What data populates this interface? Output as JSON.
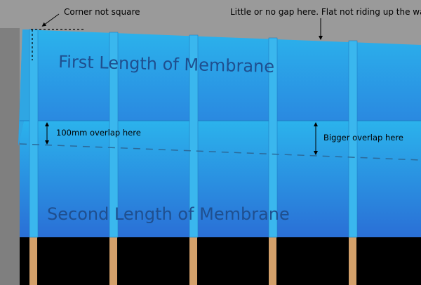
{
  "colors": {
    "wall": "#9a9a9a",
    "wall_shadow": "#7d7d7d",
    "membrane_light": "#2bb1ea",
    "membrane_dark": "#2a6fd6",
    "batten": "#3ab7ee",
    "batten_edge": "#1f7fc4",
    "rafter": "#d3a06a",
    "void": "#000000",
    "overlap_line": "#2c6a9a",
    "title_text": "#1f4f8f"
  },
  "labels": {
    "first_length": "First Length of Membrane",
    "second_length": "Second Length of Membrane",
    "corner_not_square": "Corner not square",
    "little_gap": "Little or no gap here. Flat not riding up the wall",
    "overlap_100mm": "100mm overlap here",
    "bigger_overlap": "Bigger overlap here"
  }
}
